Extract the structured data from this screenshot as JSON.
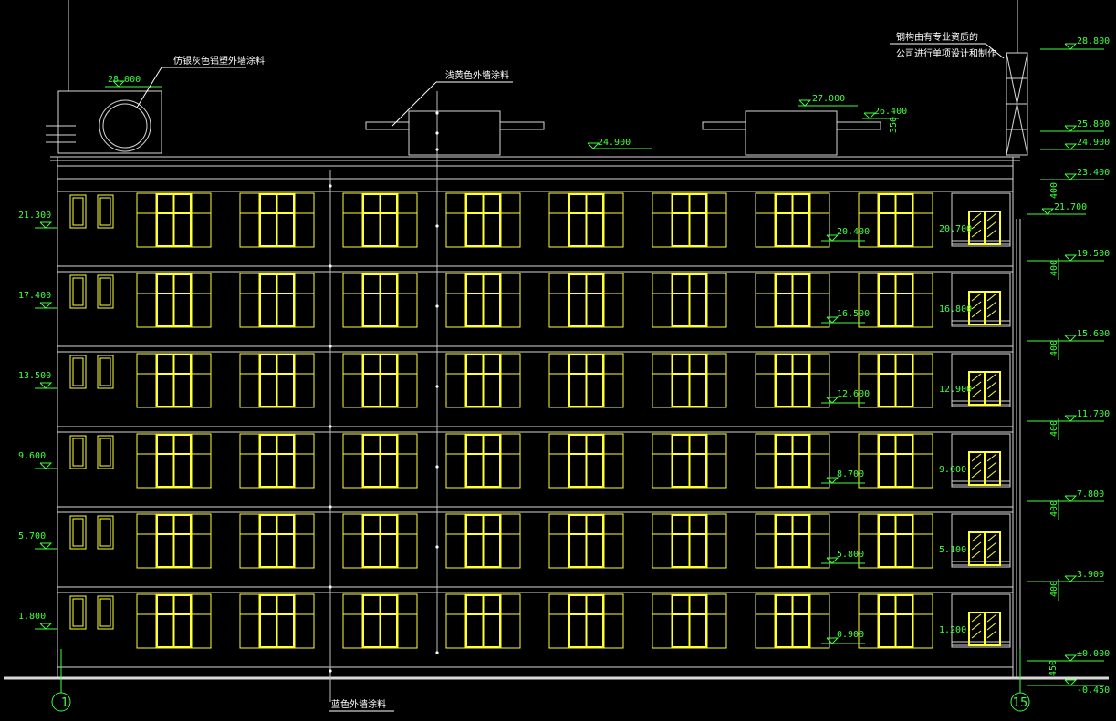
{
  "labels": {
    "top_left": "仿银灰色铝塑外墙涂料",
    "top_mid": "浅黄色外墙涂料",
    "top_right_1": "钢构由有专业资质的",
    "top_right_2": "公司进行单项设计和制作",
    "bottom": "蓝色外墙涂料"
  },
  "axes": {
    "left": "1",
    "right": "15"
  },
  "levels": {
    "roof_unit": "28.000",
    "parapet": "24.900",
    "tower_top": "28.800",
    "box_top": "27.000",
    "box_small": "26.400",
    "box_dim": "350",
    "right_upper": [
      "25.800",
      "24.900",
      "23.400",
      "21.700"
    ]
  },
  "left_levels": [
    "21.300",
    "17.400",
    "13.500",
    "9.600",
    "5.700",
    "1.800"
  ],
  "sill_levels": [
    "20.400",
    "16.500",
    "12.600",
    "8.700",
    "5.800",
    "0.900"
  ],
  "balcony_levels": [
    "20.700",
    "16.800",
    "12.900",
    "9.000",
    "5.100",
    "1.200"
  ],
  "right_levels": [
    "19.500",
    "15.600",
    "11.700",
    "7.800",
    "3.900"
  ],
  "right_dim": "400",
  "ground": {
    "zero": "±0.000",
    "minus": "-0.450",
    "dim": "450"
  }
}
